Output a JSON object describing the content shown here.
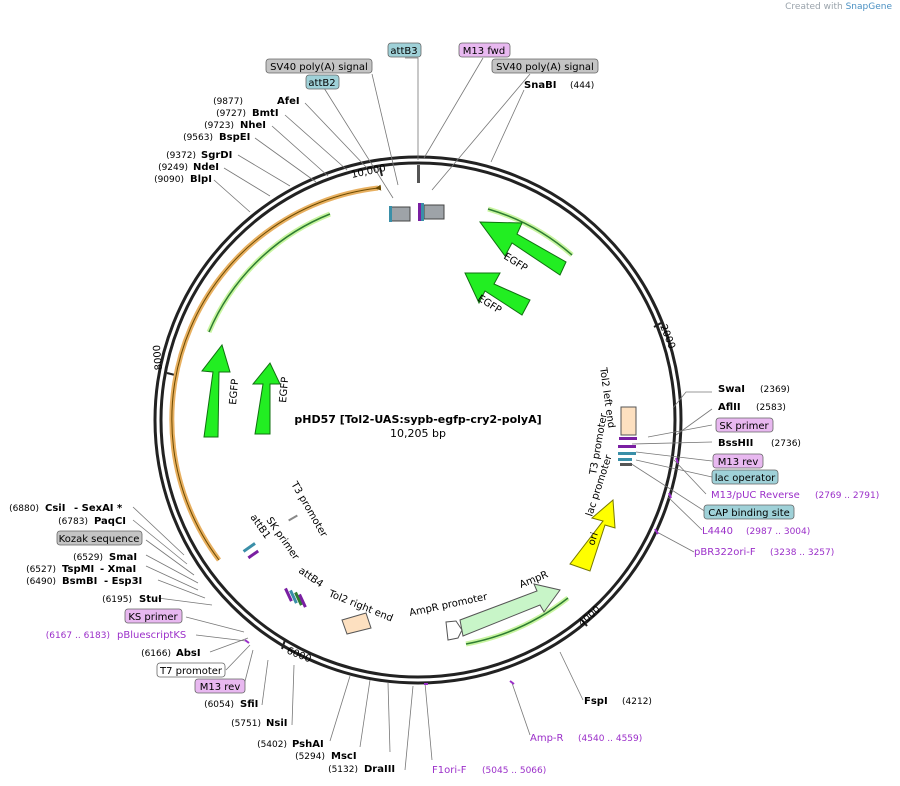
{
  "credit": {
    "prefix": "Created with",
    "brand": "SnapGene"
  },
  "plasmid": {
    "name": "pHD57 [Tol2-UAS:sypb-egfp-cry2-polyA]",
    "length_label": "10,205 bp",
    "ticks": [
      "2000",
      "4000",
      "6000",
      "8000",
      "10,000"
    ]
  },
  "colors": {
    "egfp": "#22ee22",
    "ori": "#ffff00",
    "ampr": "#c8f5c8",
    "orange_feature": "#e8b060",
    "primer_green": "#2e7d32",
    "primer_label_bg": "#e8b8f0",
    "primer_text": "#9b2fc9",
    "feature_gray": "#b0b0b0",
    "feature_blue": "#9fd1d8"
  },
  "features": {
    "egfp": [
      "EGFP",
      "EGFP",
      "EGFP",
      "EGFP"
    ],
    "ori": "ori",
    "ampr": "AmpR",
    "ampr_promoter": "AmpR promoter",
    "tol2_right": "Tol2 right end",
    "tol2_left": "Tol2 left end",
    "t3_promoter_a": "T3 promoter",
    "t3_promoter_b": "T3 promoter",
    "lac_promoter": "lac promoter",
    "sk_primer": "SK primer",
    "attb1": "attB1",
    "attb4": "attB4"
  },
  "labels": {
    "top": {
      "attb3": "attB3",
      "m13fwd": "M13 fwd",
      "sv40_left": "SV40 poly(A) signal",
      "sv40_right": "SV40 poly(A) signal",
      "attb2": "attB2"
    },
    "snabi": {
      "name": "SnaBI",
      "pos": "(444)"
    },
    "swai": {
      "name": "SwaI",
      "pos": "(2369)"
    },
    "aflii": {
      "name": "AflII",
      "pos": "(2583)"
    },
    "skprimer": "SK primer",
    "bsshii": {
      "name": "BssHII",
      "pos": "(2736)"
    },
    "m13rev_r": "M13 rev",
    "lacop": "lac operator",
    "m13puc": {
      "name": "M13/pUC Reverse",
      "pos": "(2769 .. 2791)"
    },
    "cap": "CAP binding site",
    "l4440": {
      "name": "L4440",
      "pos": "(2987 .. 3004)"
    },
    "pbr322": {
      "name": "pBR322ori-F",
      "pos": "(3238 .. 3257)"
    },
    "fspi": {
      "name": "FspI",
      "pos": "(4212)"
    },
    "ampr_primer": {
      "name": "Amp-R",
      "pos": "(4540 .. 4559)"
    },
    "f1ori": {
      "name": "F1ori-F",
      "pos": "(5045 .. 5066)"
    },
    "draiii": {
      "name": "DraIII",
      "pos": "(5132)"
    },
    "msci": {
      "name": "MscI",
      "pos": "(5294)"
    },
    "pshai": {
      "name": "PshAI",
      "pos": "(5402)"
    },
    "nsii": {
      "name": "NsiI",
      "pos": "(5751)"
    },
    "sfii": {
      "name": "SfiI",
      "pos": "(6054)"
    },
    "m13rev_l": "M13 rev",
    "t7": "T7 promoter",
    "absi": {
      "name": "AbsI",
      "pos": "(6166)"
    },
    "pbluescript": {
      "name": "pBluescriptKS",
      "pos": "(6167 .. 6183)"
    },
    "ksprimer": "KS primer",
    "stui": {
      "name": "StuI",
      "pos": "(6195)"
    },
    "bsmbi": {
      "name": "BsmBI",
      "extra": "-  Esp3I",
      "pos": "(6490)"
    },
    "tspmi": {
      "name": "TspMI",
      "extra": "-  XmaI",
      "pos": "(6527)"
    },
    "smai": {
      "name": "SmaI",
      "pos": "(6529)"
    },
    "kozak": "Kozak sequence",
    "paqci": {
      "name": "PaqCI",
      "pos": "(6783)"
    },
    "csii": {
      "name": "CsiI",
      "extra": "-  SexAI *",
      "pos": "(6880)"
    },
    "blpi": {
      "name": "BlpI",
      "pos": "(9090)"
    },
    "ndei": {
      "name": "NdeI",
      "pos": "(9249)"
    },
    "sgrdi": {
      "name": "SgrDI",
      "pos": "(9372)"
    },
    "bspei": {
      "name": "BspEI",
      "pos": "(9563)"
    },
    "nhei": {
      "name": "NheI",
      "pos": "(9723)"
    },
    "bmti": {
      "name": "BmtI",
      "pos": "(9727)"
    },
    "afei": {
      "name": "AfeI",
      "pos": "(9877)"
    }
  }
}
